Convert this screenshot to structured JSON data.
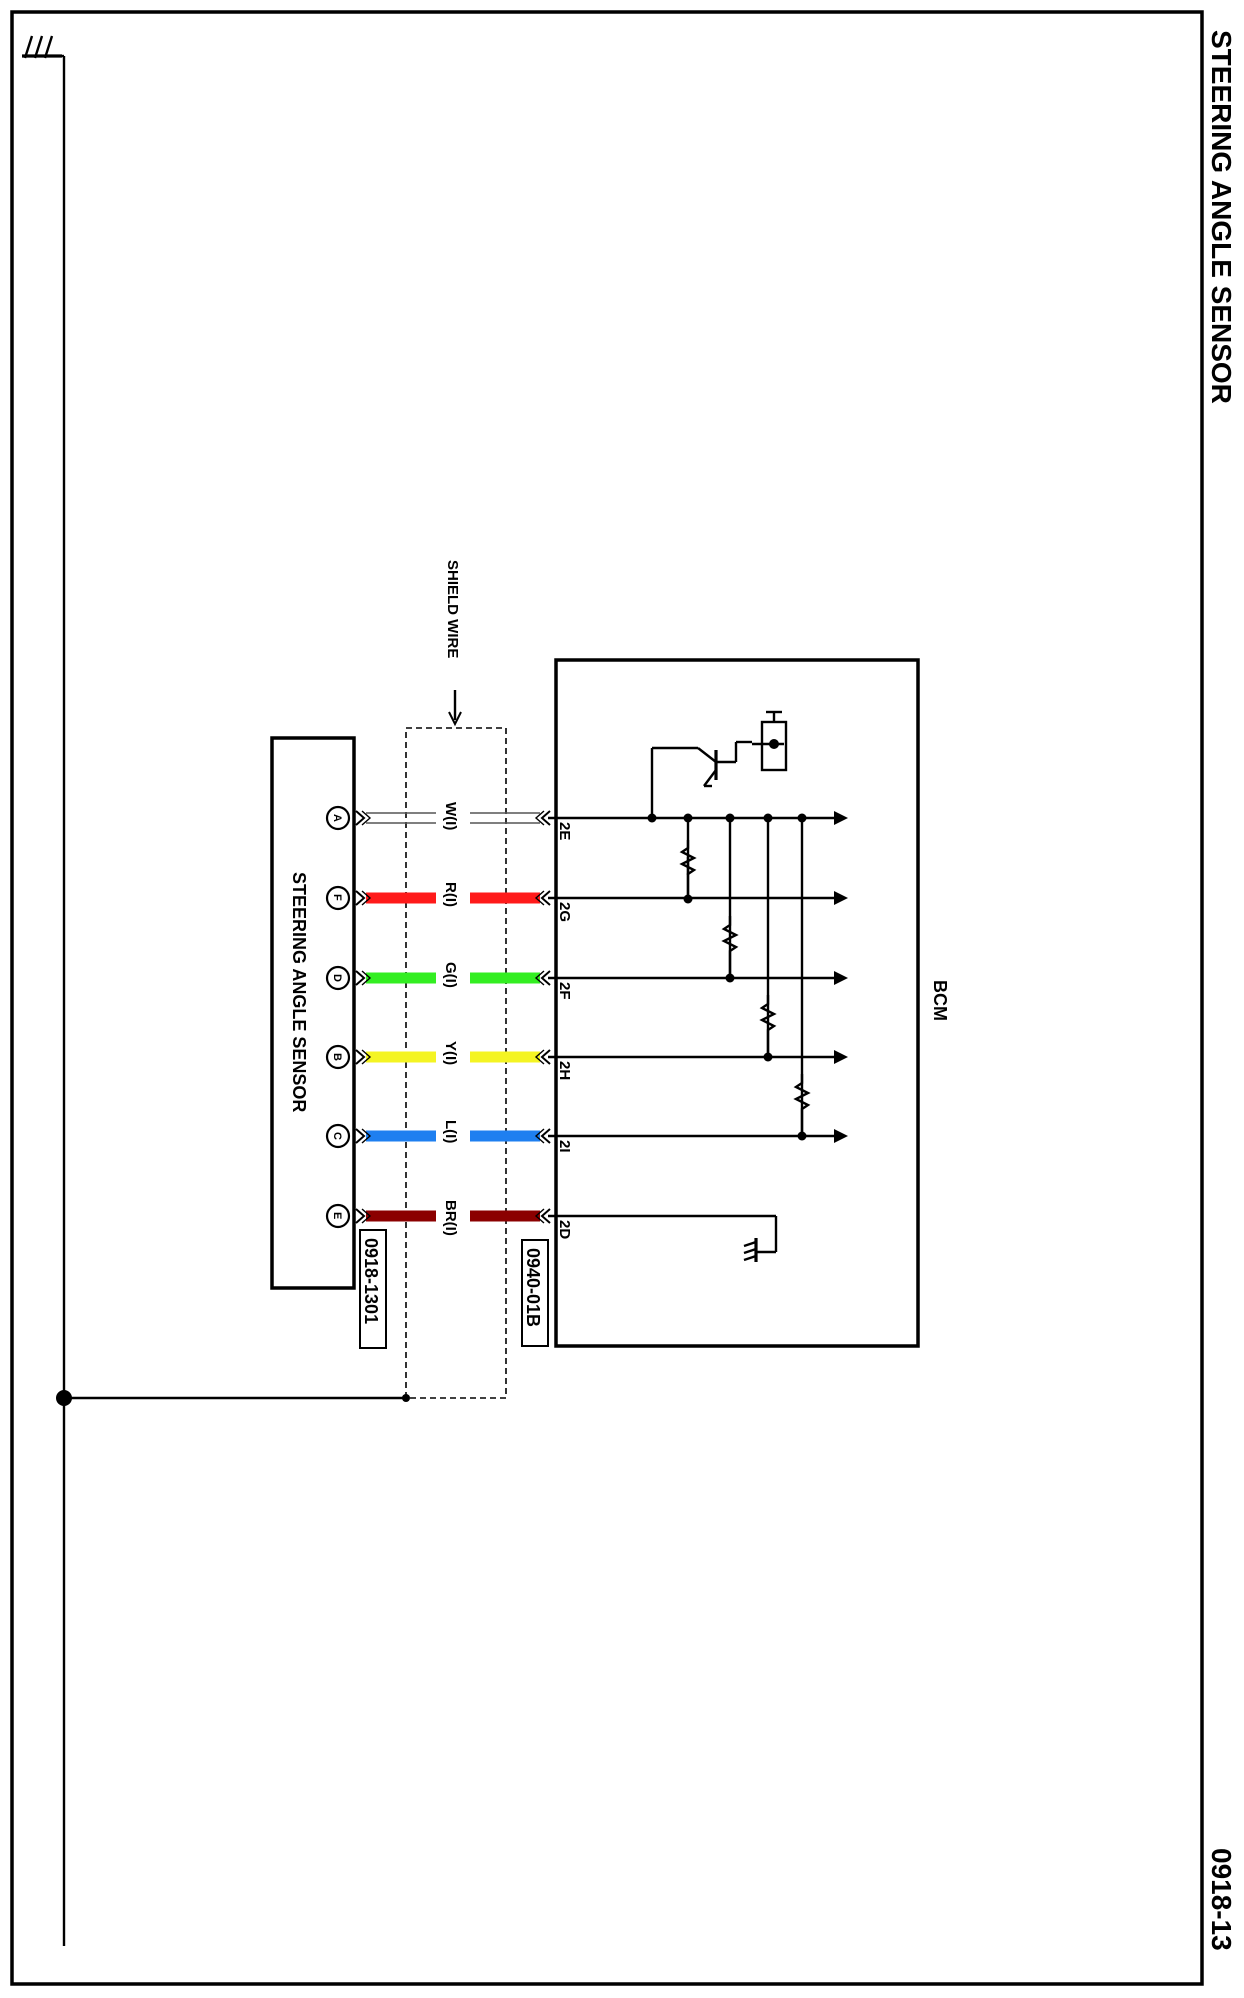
{
  "page": {
    "title": "STEERING ANGLE SENSOR",
    "page_number": "0918-13"
  },
  "shield": {
    "label": "SHIELD WIRE"
  },
  "bcm": {
    "label": "BCM",
    "connector": "0940-01B"
  },
  "sensor": {
    "label": "STEERING ANGLE SENSOR",
    "connector": "0918-1301"
  },
  "wires": [
    {
      "pin_sensor": "A",
      "pin_bcm": "2E",
      "label": "W(I)",
      "color": "#ffffff"
    },
    {
      "pin_sensor": "F",
      "pin_bcm": "2G",
      "label": "R(I)",
      "color": "#ff1a1a"
    },
    {
      "pin_sensor": "D",
      "pin_bcm": "2F",
      "label": "G(I)",
      "color": "#33ee22"
    },
    {
      "pin_sensor": "B",
      "pin_bcm": "2H",
      "label": "Y(I)",
      "color": "#f4f423"
    },
    {
      "pin_sensor": "C",
      "pin_bcm": "2I",
      "label": "L(I)",
      "color": "#1e7ff0"
    },
    {
      "pin_sensor": "E",
      "pin_bcm": "2D",
      "label": "BR(I)",
      "color": "#8b0000"
    }
  ],
  "icons": [
    "ground-icon",
    "transistor-icon",
    "resistor-icon",
    "arrow-icon",
    "junction-dot-icon"
  ]
}
